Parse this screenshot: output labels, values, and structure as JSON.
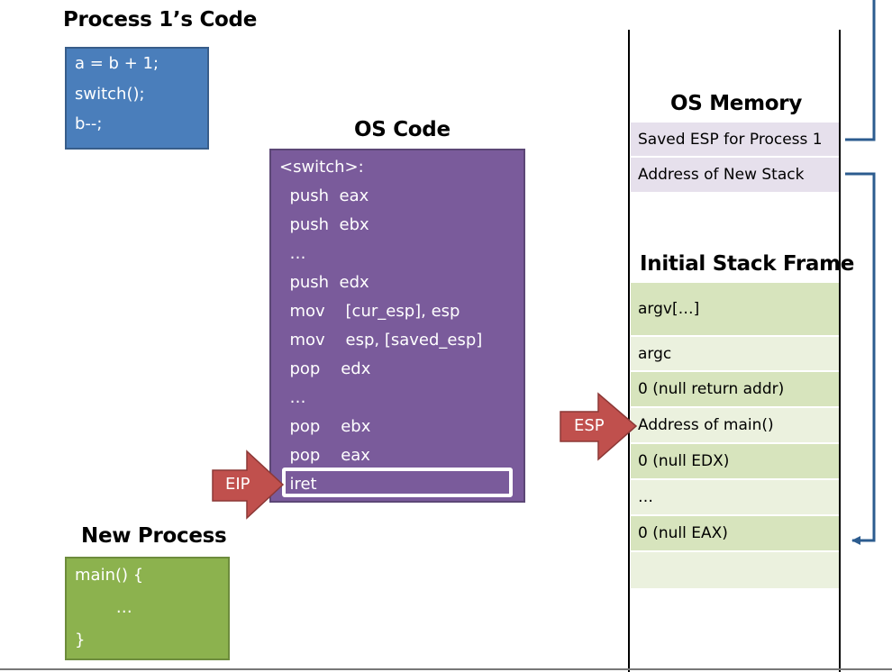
{
  "process1": {
    "title": "Process 1’s Code",
    "lines": [
      "a = b + 1;",
      "switch();",
      "b--;"
    ]
  },
  "os_code": {
    "title": "OS Code",
    "lines": [
      "<switch>:",
      "  push  eax",
      "  push  ebx",
      "  …",
      "  push  edx",
      "  mov    [cur_esp], esp",
      "  mov    esp, [saved_esp]",
      "  pop    edx",
      "  …",
      "  pop    ebx",
      "  pop    eax",
      "  iret"
    ]
  },
  "new_process": {
    "title": "New Process",
    "lines": [
      "main() {",
      "        …",
      "}"
    ]
  },
  "os_memory": {
    "title": "OS Memory",
    "rows": [
      "Saved ESP for Process 1",
      "Address of New Stack"
    ]
  },
  "stack_frame": {
    "title": "Initial Stack Frame",
    "rows": [
      "argv[…]",
      "argc",
      "0 (null return addr)",
      "Address of main()",
      "0 (null EDX)",
      "…",
      "0 (null EAX)",
      ""
    ]
  },
  "pointers": {
    "eip": "EIP",
    "esp": "ESP"
  },
  "colors": {
    "process1_fill": "#4a7ebb",
    "os_code_fill": "#7a5b9b",
    "new_process_fill": "#8cb24e",
    "pointer_arrow": "#c0504d",
    "link_arrow": "#2c5c8f",
    "memory_row": "#e6e0ec",
    "stack_row": "#d7e4bd"
  }
}
